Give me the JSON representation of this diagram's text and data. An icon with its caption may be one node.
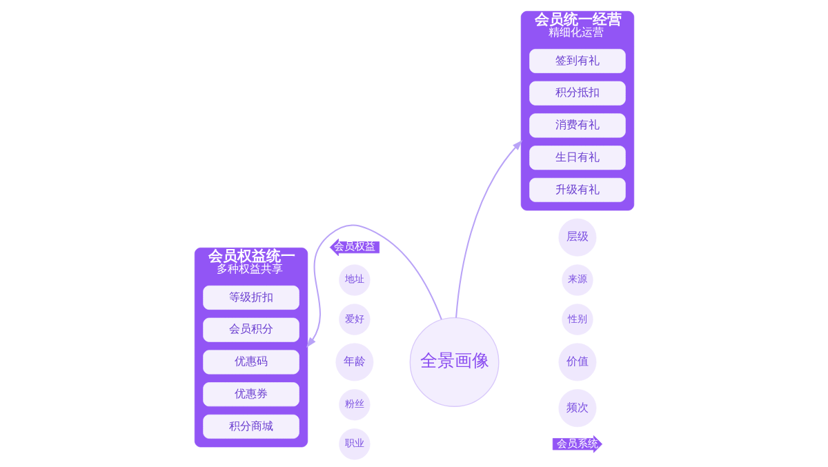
{
  "diagram": {
    "nodes": [
      {
        "text": [
          "会员权益统一",
          "多种权益共享"
        ]
      },
      {
        "text": [
          "等级折扣"
        ],
        "in": 0
      },
      {
        "text": [
          "会员积分"
        ],
        "in": 0
      },
      {
        "text": [
          "优惠码"
        ],
        "in": 0
      },
      {
        "text": [
          "优惠券"
        ],
        "in": 0
      },
      {
        "text": [
          "积分商城"
        ],
        "in": 0
      },
      {
        "text": [
          "会员统一经营",
          "精细化运营"
        ]
      },
      {
        "text": [
          "签到有礼"
        ],
        "in": 6
      },
      {
        "text": [
          "积分抵扣"
        ],
        "in": 6
      },
      {
        "text": [
          "消费有礼"
        ],
        "in": 6
      },
      {
        "text": [
          "生日有礼"
        ],
        "in": 6
      },
      {
        "text": [
          "升级有礼"
        ],
        "in": 6
      },
      {
        "text": [
          "全景画像"
        ]
      },
      {
        "text": [
          "会员权益"
        ]
      },
      {
        "text": [
          "会员系统"
        ]
      },
      {
        "text": [
          "地址"
        ]
      },
      {
        "text": [
          "爱好"
        ]
      },
      {
        "text": [
          "年龄"
        ]
      },
      {
        "text": [
          "粉丝"
        ]
      },
      {
        "text": [
          "职业"
        ]
      },
      {
        "text": [
          "层级"
        ]
      },
      {
        "text": [
          "来源"
        ]
      },
      {
        "text": [
          "性别"
        ]
      },
      {
        "text": [
          "价值"
        ]
      },
      {
        "text": [
          "频次"
        ]
      }
    ],
    "edges": [
      {
        "from": 12,
        "to": 0,
        "arrow": "to"
      },
      {
        "from": 12,
        "to": 6,
        "arrow": "to"
      }
    ]
  }
}
